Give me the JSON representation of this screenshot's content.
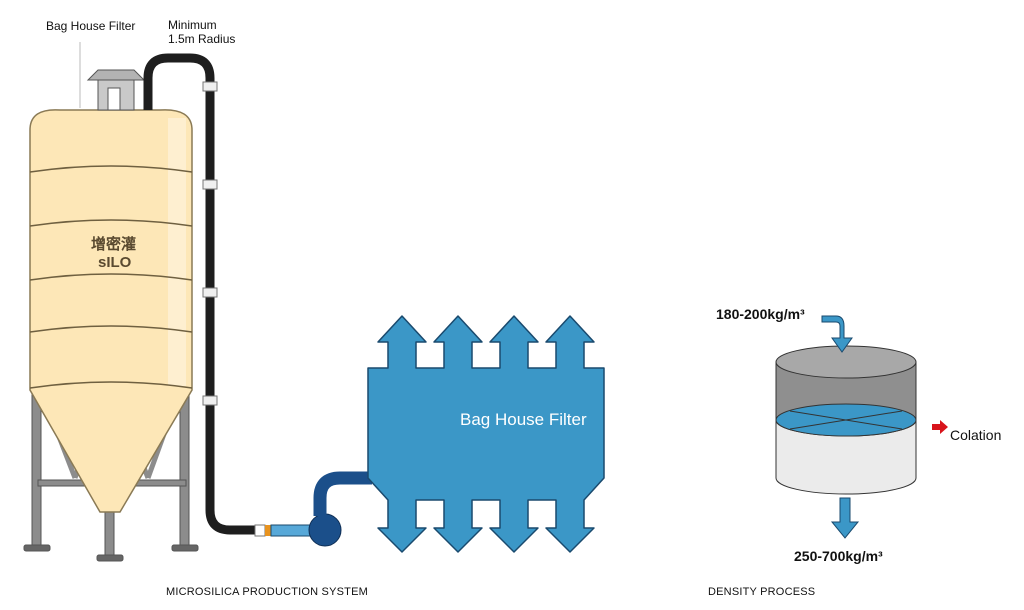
{
  "labels": {
    "bag_house_filter_top": "Bag House Filter",
    "minimum": "Minimum",
    "radius": "1.5m Radius",
    "silo_chinese": "增密灌",
    "silo": "sILO",
    "bag_house_filter_main": "Bag House Filter",
    "density_in": "180-200kg/m³",
    "density_out": "250-700kg/m³",
    "colation": "Colation",
    "caption_left": "MICROSILICA PRODUCTION SYSTEM",
    "caption_right": "DENSITY PROCESS"
  },
  "colors": {
    "silo_fill": "#fde7b7",
    "silo_stroke": "#8a7a55",
    "leg_gray": "#8c8c8c",
    "pipe_black": "#1e1e1e",
    "filter_blue": "#3b97c7",
    "filter_dark_blue": "#1b4f8a",
    "filter_stroke": "#1a4a6e",
    "tank_top_gray": "#8f8f8f",
    "tank_bottom_gray": "#ebebeb",
    "arrow_red": "#d8141b"
  }
}
